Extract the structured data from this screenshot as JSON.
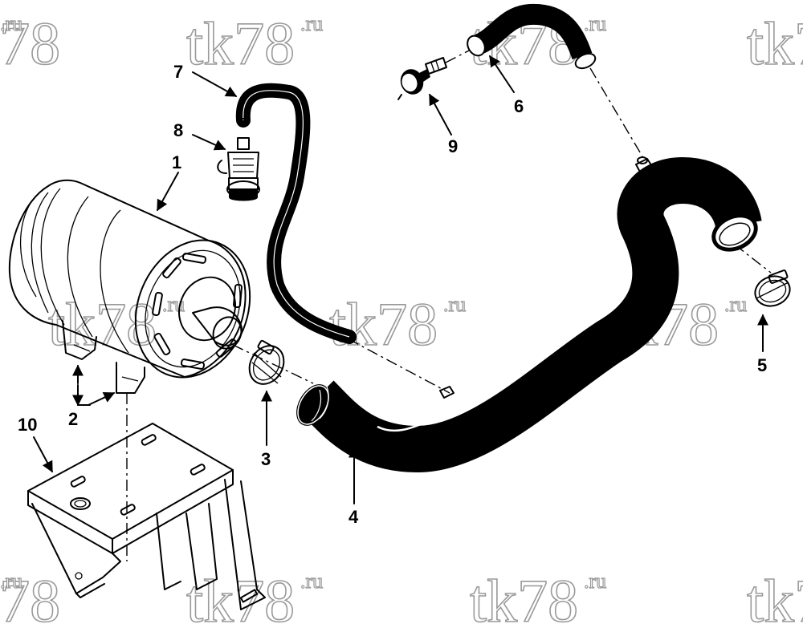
{
  "callouts": [
    {
      "id": "1",
      "label": "1"
    },
    {
      "id": "2",
      "label": "2"
    },
    {
      "id": "3",
      "label": "3"
    },
    {
      "id": "4",
      "label": "4"
    },
    {
      "id": "5",
      "label": "5"
    },
    {
      "id": "6",
      "label": "6"
    },
    {
      "id": "7",
      "label": "7"
    },
    {
      "id": "8",
      "label": "8"
    },
    {
      "id": "9",
      "label": "9"
    },
    {
      "id": "10",
      "label": "10"
    }
  ],
  "watermark": {
    "main": "tk78",
    "suffix": ".ru"
  },
  "colors": {
    "line": "#000000",
    "hose": "#000000",
    "background": "#ffffff",
    "watermark_outline": "#9a9a9a"
  }
}
